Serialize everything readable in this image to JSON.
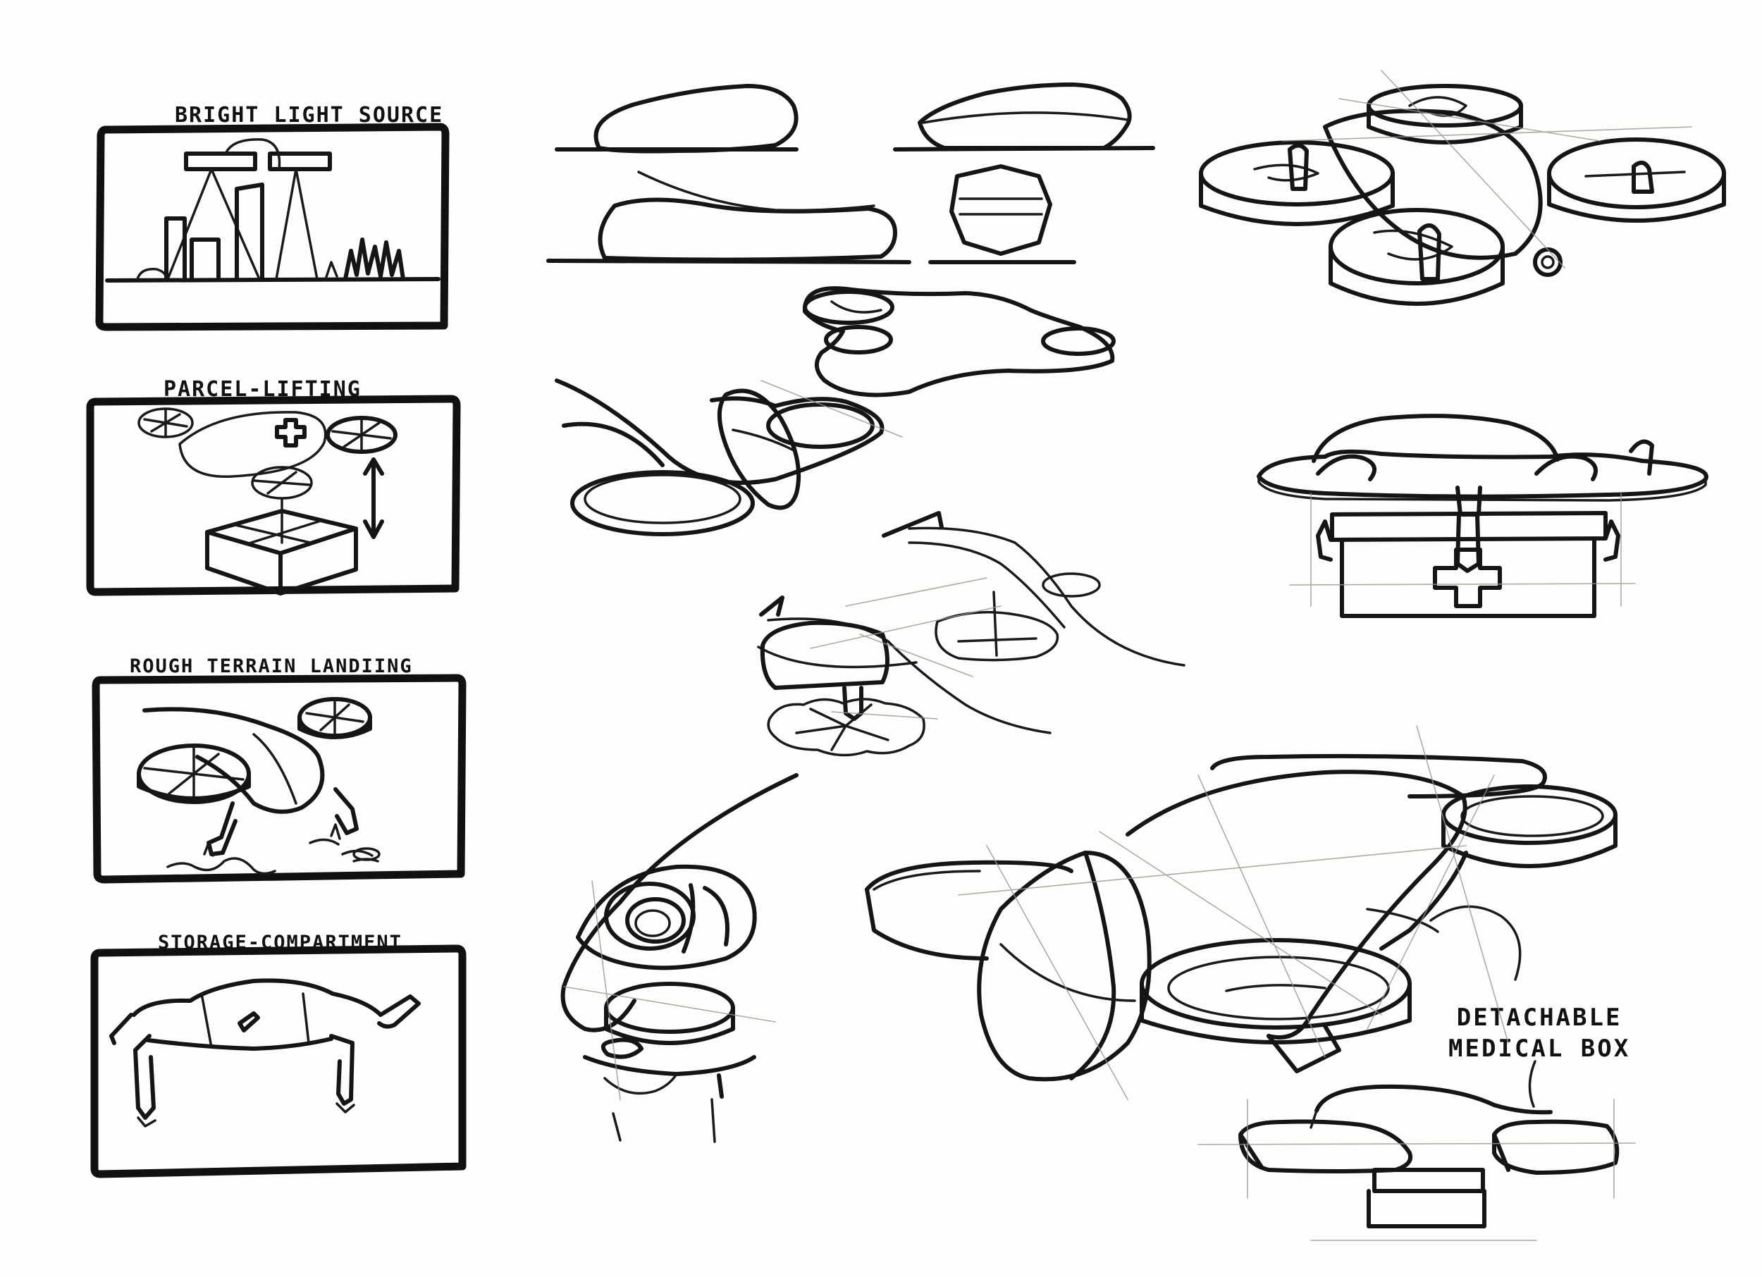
{
  "storyboard": {
    "panels": [
      {
        "label": "BRIGHT LIGHT SOURCE"
      },
      {
        "label": "PARCEL-LIFTING"
      },
      {
        "label": "ROUGH TERRAIN LANDIING"
      },
      {
        "label": "STORAGE-COMPARTMENT"
      }
    ]
  },
  "callout": {
    "line1": "DETACHABLE",
    "line2": "MEDICAL BOX"
  },
  "colors": {
    "ink": "#151515",
    "pencil": "#9a9590",
    "paper": "#fdfdfc"
  }
}
